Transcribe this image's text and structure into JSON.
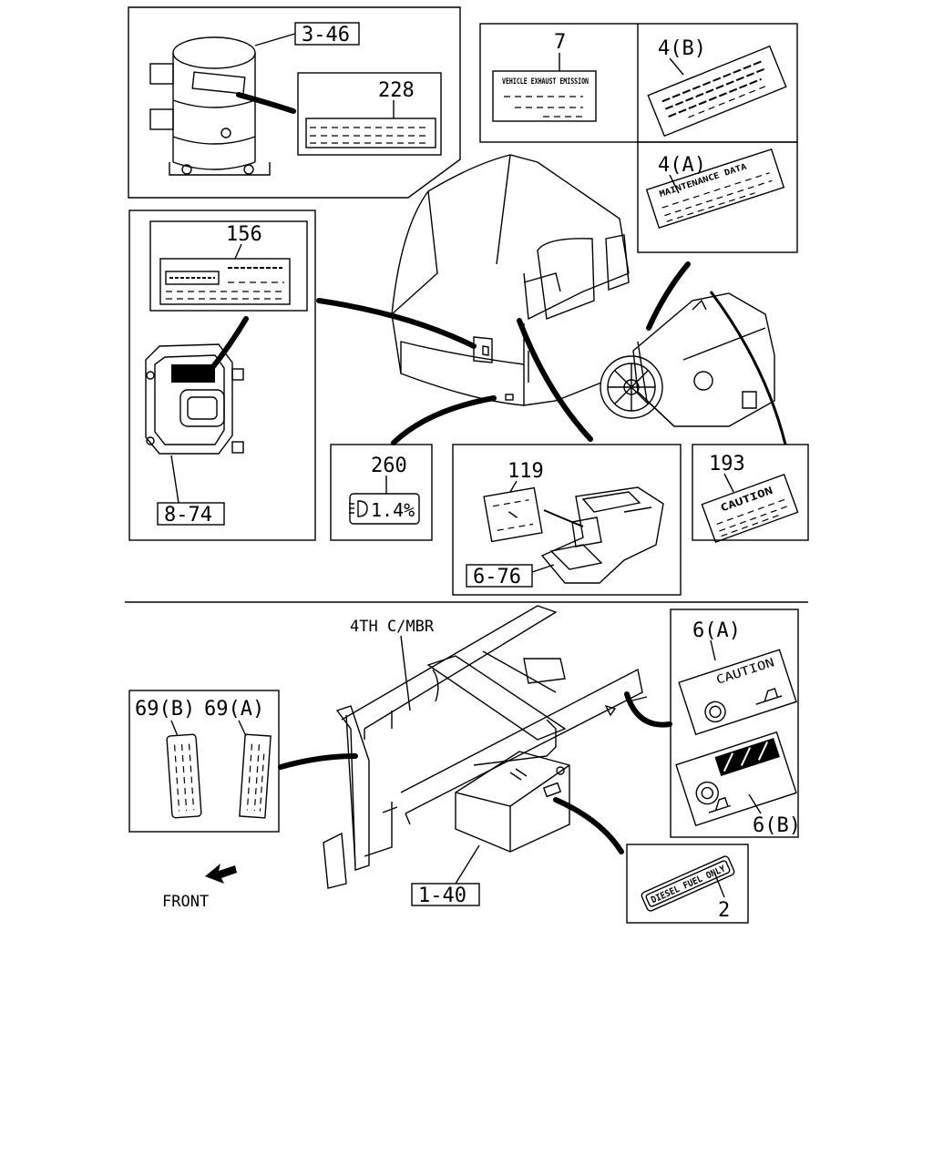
{
  "callouts": {
    "c_3_46": "3-46",
    "c_228": "228",
    "c_7": "7",
    "c_4b": "4(B)",
    "c_4a": "4(A)",
    "c_156": "156",
    "c_8_74": "8-74",
    "c_260": "260",
    "c_119": "119",
    "c_6_76": "6-76",
    "c_193": "193",
    "c_6a": "6(A)",
    "c_6b": "6(B)",
    "c_69b": "69(B)",
    "c_69a": "69(A)",
    "c_1_40": "1-40",
    "c_2": "2"
  },
  "labels": {
    "vehicle_exhaust": "VEHICLE EXHAUST EMISSION",
    "maintenance": "MAINTENANCE DATA",
    "headlamp_value": "1.4%",
    "caution_6a": "CAUTION",
    "caution_193": "CAUTION",
    "diesel": "DIESEL FUEL ONLY",
    "fourth_member": "4TH C/MBR",
    "front": "FRONT"
  }
}
